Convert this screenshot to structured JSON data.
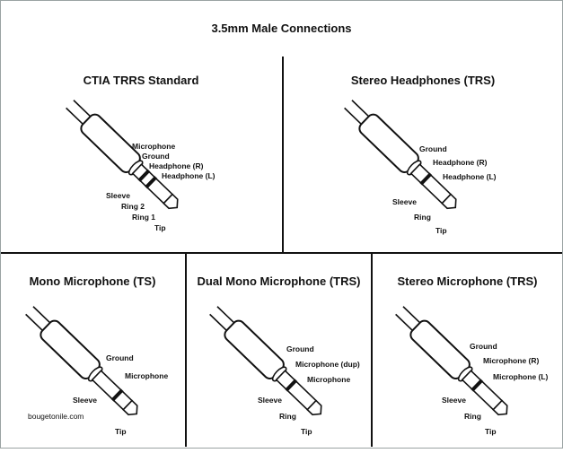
{
  "title": "3.5mm Male Connections",
  "credit": "bougetonile.com",
  "colors": {
    "line": "#111111",
    "leader": "#6b3b3b",
    "border": "#9aa3a3"
  },
  "panels": [
    {
      "id": "ctia",
      "title": "CTIA TRRS Standard",
      "type": "TRRS",
      "labels_top": [
        "Microphone",
        "Ground",
        "Headphone (R)",
        "Headphone (L)"
      ],
      "labels_bottom": [
        "Sleeve",
        "Ring 2",
        "Ring 1",
        "Tip"
      ]
    },
    {
      "id": "stereo-headphones",
      "title": "Stereo Headphones (TRS)",
      "type": "TRS",
      "labels_top": [
        "Ground",
        "Headphone (R)",
        "Headphone (L)"
      ],
      "labels_bottom": [
        "Sleeve",
        "Ring",
        "Tip"
      ]
    },
    {
      "id": "mono-mic",
      "title": "Mono Microphone (TS)",
      "type": "TS",
      "labels_top": [
        "Ground",
        "Microphone"
      ],
      "labels_bottom": [
        "Sleeve",
        "Tip"
      ]
    },
    {
      "id": "dual-mono-mic",
      "title": "Dual Mono Microphone (TRS)",
      "type": "TRS",
      "labels_top": [
        "Ground",
        "Microphone (dup)",
        "Microphone"
      ],
      "labels_bottom": [
        "Sleeve",
        "Ring",
        "Tip"
      ]
    },
    {
      "id": "stereo-mic",
      "title": "Stereo Microphone (TRS)",
      "type": "TRS",
      "labels_top": [
        "Ground",
        "Microphone (R)",
        "Microphone (L)"
      ],
      "labels_bottom": [
        "Sleeve",
        "Ring",
        "Tip"
      ]
    }
  ]
}
